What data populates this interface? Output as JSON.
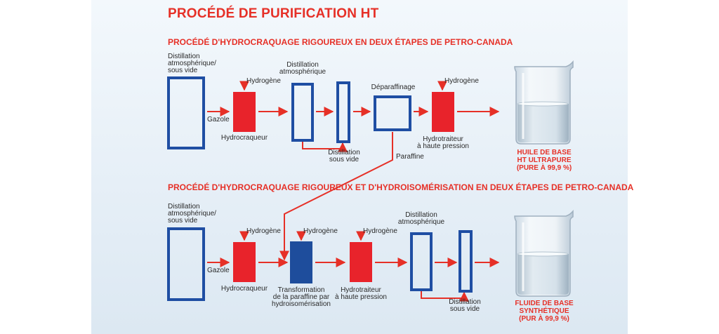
{
  "title": "PROCÉDÉ DE PURIFICATION HT",
  "process1": {
    "subtitle": "PROCÉDÉ D'HYDROCRAQUAGE RIGOUREUX EN DEUX ÉTAPES DE PETRO-CANADA",
    "feed_label": [
      "Distillation",
      "atmosphérique/",
      "sous vide"
    ],
    "gazole": "Gazole",
    "hydrogene_1": "Hydrogène",
    "hydrocraqueur": "Hydrocraqueur",
    "dist_atm": [
      "Distillation",
      "atmosphérique"
    ],
    "dist_vide": [
      "Distillation",
      "sous vide"
    ],
    "deparaffinage": "Déparaffinage",
    "paraffine": "Paraffine",
    "hydrogene_2": "Hydrogène",
    "hydrotraiteur": [
      "Hydrotraiteur",
      "à haute pression"
    ],
    "output": [
      "HUILE DE BASE",
      "HT ULTRAPURE",
      "(PURE À 99,9 %)"
    ]
  },
  "process2": {
    "subtitle": "PROCÉDÉ D'HYDROCRAQUAGE RIGOUREUX ET D'HYDROISOMÉRISATION EN DEUX ÉTAPES DE PETRO-CANADA",
    "feed_label": [
      "Distillation",
      "atmosphérique/",
      "sous vide"
    ],
    "gazole": "Gazole",
    "hydrogene_1": "Hydrogène",
    "hydrocraqueur": "Hydrocraqueur",
    "hydrogene_2": "Hydrogène",
    "transformation": [
      "Transformation",
      "de la paraffine par",
      "hydroisomérisation"
    ],
    "hydrogene_3": "Hydrogène",
    "hydrotraiteur": [
      "Hydrotraiteur",
      "à haute pression"
    ],
    "dist_atm": [
      "Distillation",
      "atmosphérique"
    ],
    "dist_vide": [
      "Distillation",
      "sous vide"
    ],
    "output": [
      "FLUIDE DE BASE",
      "SYNTHÉTIQUE",
      "(PUR À 99,9 %)"
    ]
  },
  "colors": {
    "red": "#e63027",
    "blue": "#1f4ea3",
    "navy": "#1e4d9c"
  }
}
